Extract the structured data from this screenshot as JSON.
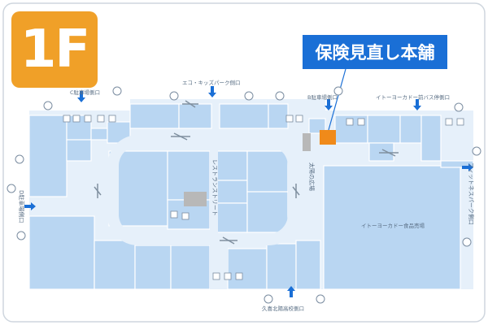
{
  "floor": "1F",
  "callout": "保険見直し本舗",
  "entrances": {
    "c_parking": "C駐車場側口",
    "eco_kids": "エコ・キッズパーク側口",
    "b_parking": "B駐車場側口",
    "ito_bus": "イトーヨーカドー前バス停側口",
    "d_parking": "D駐車場側口",
    "fitness": "フィットネスパーク側口",
    "kuki": "久喜北陽高校側口"
  },
  "areas": {
    "rest_street": "レストランストリート",
    "plaza": "太陽の広場",
    "food_market": "イトーヨーカドー食品売場"
  },
  "colors": {
    "badge": "#f0a028",
    "callout": "#1a6fd6",
    "store": "#b9d6f2",
    "corridor": "#e6f0fa",
    "highlight": "#f08a1a",
    "arrow": "#1a6fd6"
  }
}
